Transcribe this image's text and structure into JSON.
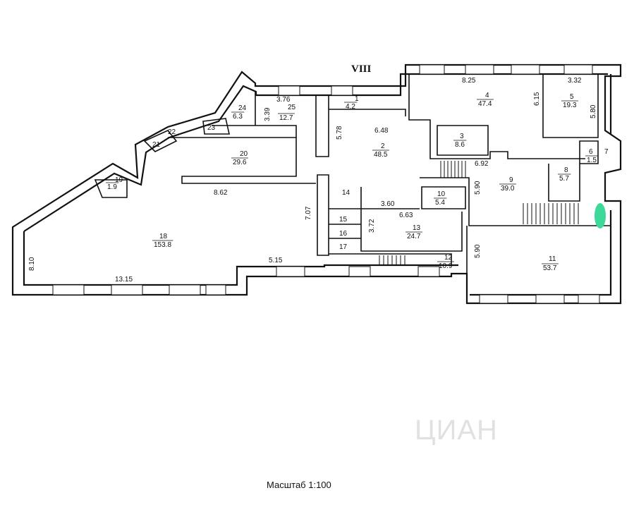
{
  "plan": {
    "sheet_label": "VIII",
    "scale_text": "Масштаб 1:100",
    "watermark": "ЦИАН",
    "marker_color": "#3ed99a",
    "rooms": [
      {
        "id": "r1",
        "number": "1",
        "area": "4.2"
      },
      {
        "id": "r2",
        "number": "2",
        "area": "48.5"
      },
      {
        "id": "r3",
        "number": "3",
        "area": "8.6"
      },
      {
        "id": "r4",
        "number": "4",
        "area": "47.4"
      },
      {
        "id": "r5",
        "number": "5",
        "area": "19.3"
      },
      {
        "id": "r6",
        "number": "6",
        "area": "1.5"
      },
      {
        "id": "r7",
        "number": "7",
        "area": ""
      },
      {
        "id": "r8",
        "number": "8",
        "area": "5.7"
      },
      {
        "id": "r9",
        "number": "9",
        "area": "39.0"
      },
      {
        "id": "r10",
        "number": "10",
        "area": "5.4"
      },
      {
        "id": "r11",
        "number": "11",
        "area": "53.7"
      },
      {
        "id": "r12",
        "number": "12",
        "area": "10.9"
      },
      {
        "id": "r13",
        "number": "13",
        "area": "24.7"
      },
      {
        "id": "r14",
        "number": "14",
        "area": ""
      },
      {
        "id": "r15",
        "number": "15",
        "area": ""
      },
      {
        "id": "r16",
        "number": "16",
        "area": ""
      },
      {
        "id": "r17",
        "number": "17",
        "area": ""
      },
      {
        "id": "r18",
        "number": "18",
        "area": "153.8"
      },
      {
        "id": "r19",
        "number": "19",
        "area": "1.9"
      },
      {
        "id": "r20",
        "number": "20",
        "area": "29.6"
      },
      {
        "id": "r21",
        "number": "21",
        "area": ""
      },
      {
        "id": "r22",
        "number": "22",
        "area": ""
      },
      {
        "id": "r23",
        "number": "23",
        "area": ""
      },
      {
        "id": "r24",
        "number": "24",
        "area": "6.3"
      },
      {
        "id": "r25",
        "number": "25",
        "area": "12.7"
      }
    ],
    "dimensions": [
      "8.25",
      "3.32",
      "6.15",
      "5.80",
      "3.76",
      "3.39",
      "6.48",
      "5.78",
      "6.92",
      "5.90",
      "8.62",
      "7.07",
      "3.60",
      "6.63",
      "3.72",
      "5.90",
      "5.15",
      "13.15",
      "8.10"
    ]
  }
}
